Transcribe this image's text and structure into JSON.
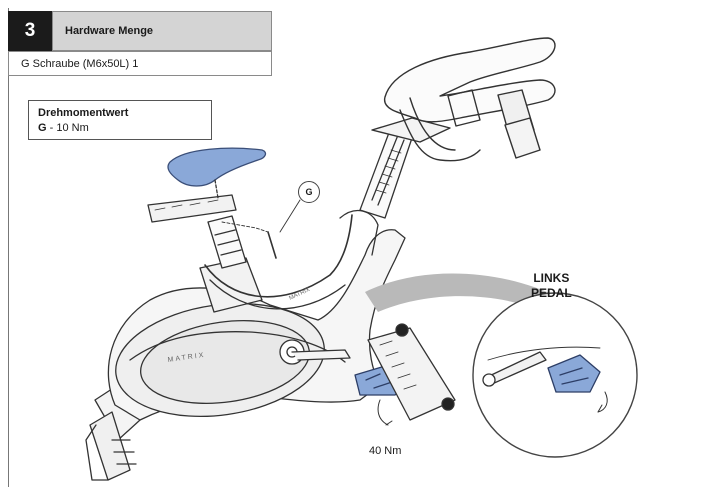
{
  "step": {
    "number": "3",
    "title": "Hardware Menge",
    "hardware_item": "G Schraube (M6x50L) 1"
  },
  "torque": {
    "title": "Drehmomentwert",
    "letter": "G",
    "value": " - 10 Nm"
  },
  "callouts": {
    "part_letter": "G",
    "pedal_label_line1": "LINKS",
    "pedal_label_line2": "PEDAL",
    "pedal_torque": "40 Nm"
  },
  "brand": {
    "frame_text": "MATRIX",
    "flywheel_text": "MATRIX"
  },
  "colors": {
    "highlight_blue": "#8aa8d8",
    "header_dark": "#1b1b1b",
    "header_grey": "#d4d4d4",
    "shadow_grey": "#b9b9b9"
  }
}
